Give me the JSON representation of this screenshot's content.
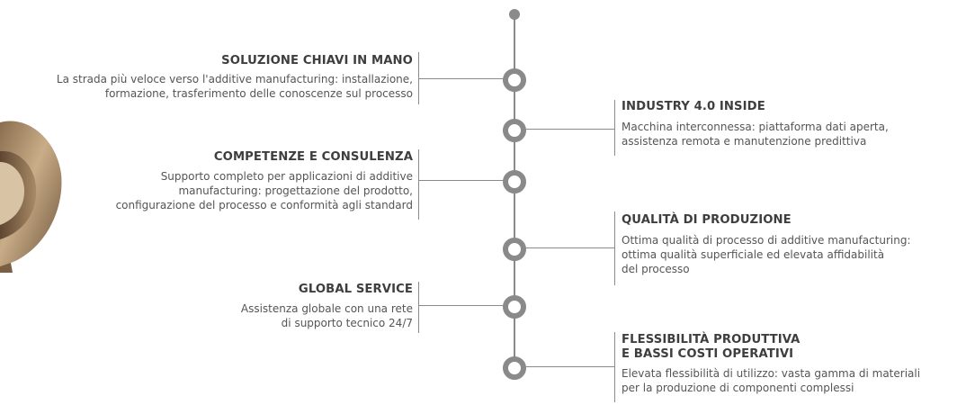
{
  "left_blocks": [
    {
      "title": "SOLUZIONE CHIAVI IN MANO",
      "lines": [
        "La strada più veloce verso l'additive manufacturing: installazione,",
        "formazione, trasferimento delle conoscenze sul processo"
      ]
    },
    {
      "title": "COMPETENZE E CONSULENZA",
      "lines": [
        "Supporto completo per applicazioni di additive",
        "manufacturing: progettazione del prodotto,",
        "configurazione del processo e conformità agli standard"
      ]
    },
    {
      "title": "GLOBAL SERVICE",
      "lines": [
        "Assistenza globale con una rete",
        "di supporto tecnico 24/7"
      ]
    }
  ],
  "right_blocks": [
    {
      "title_lines": [
        "INDUSTRY 4.0 INSIDE"
      ],
      "lines": [
        "Macchina interconnessa: piattaforma dati aperta,",
        "assistenza remota e manutenzione predittiva"
      ]
    },
    {
      "title_lines": [
        "QUALITÀ DI PRODUZIONE"
      ],
      "lines": [
        "Ottima qualità di processo di additive manufacturing:",
        "ottima qualità superficiale ed elevata affidabilità",
        "del processo"
      ]
    },
    {
      "title_lines": [
        "FLESSIBILITÀ PRODUTTIVA",
        "E BASSI COSTI OPERATIVI"
      ],
      "lines": [
        "Elevata flessibilità di utilizzo: vasta gamma di materiali",
        "per la produzione di componenti complessi"
      ]
    }
  ],
  "colors": {
    "timeline": "#8a8a8a",
    "title": "#3e3e3e",
    "text": "#555555",
    "product": "#b89a74"
  }
}
